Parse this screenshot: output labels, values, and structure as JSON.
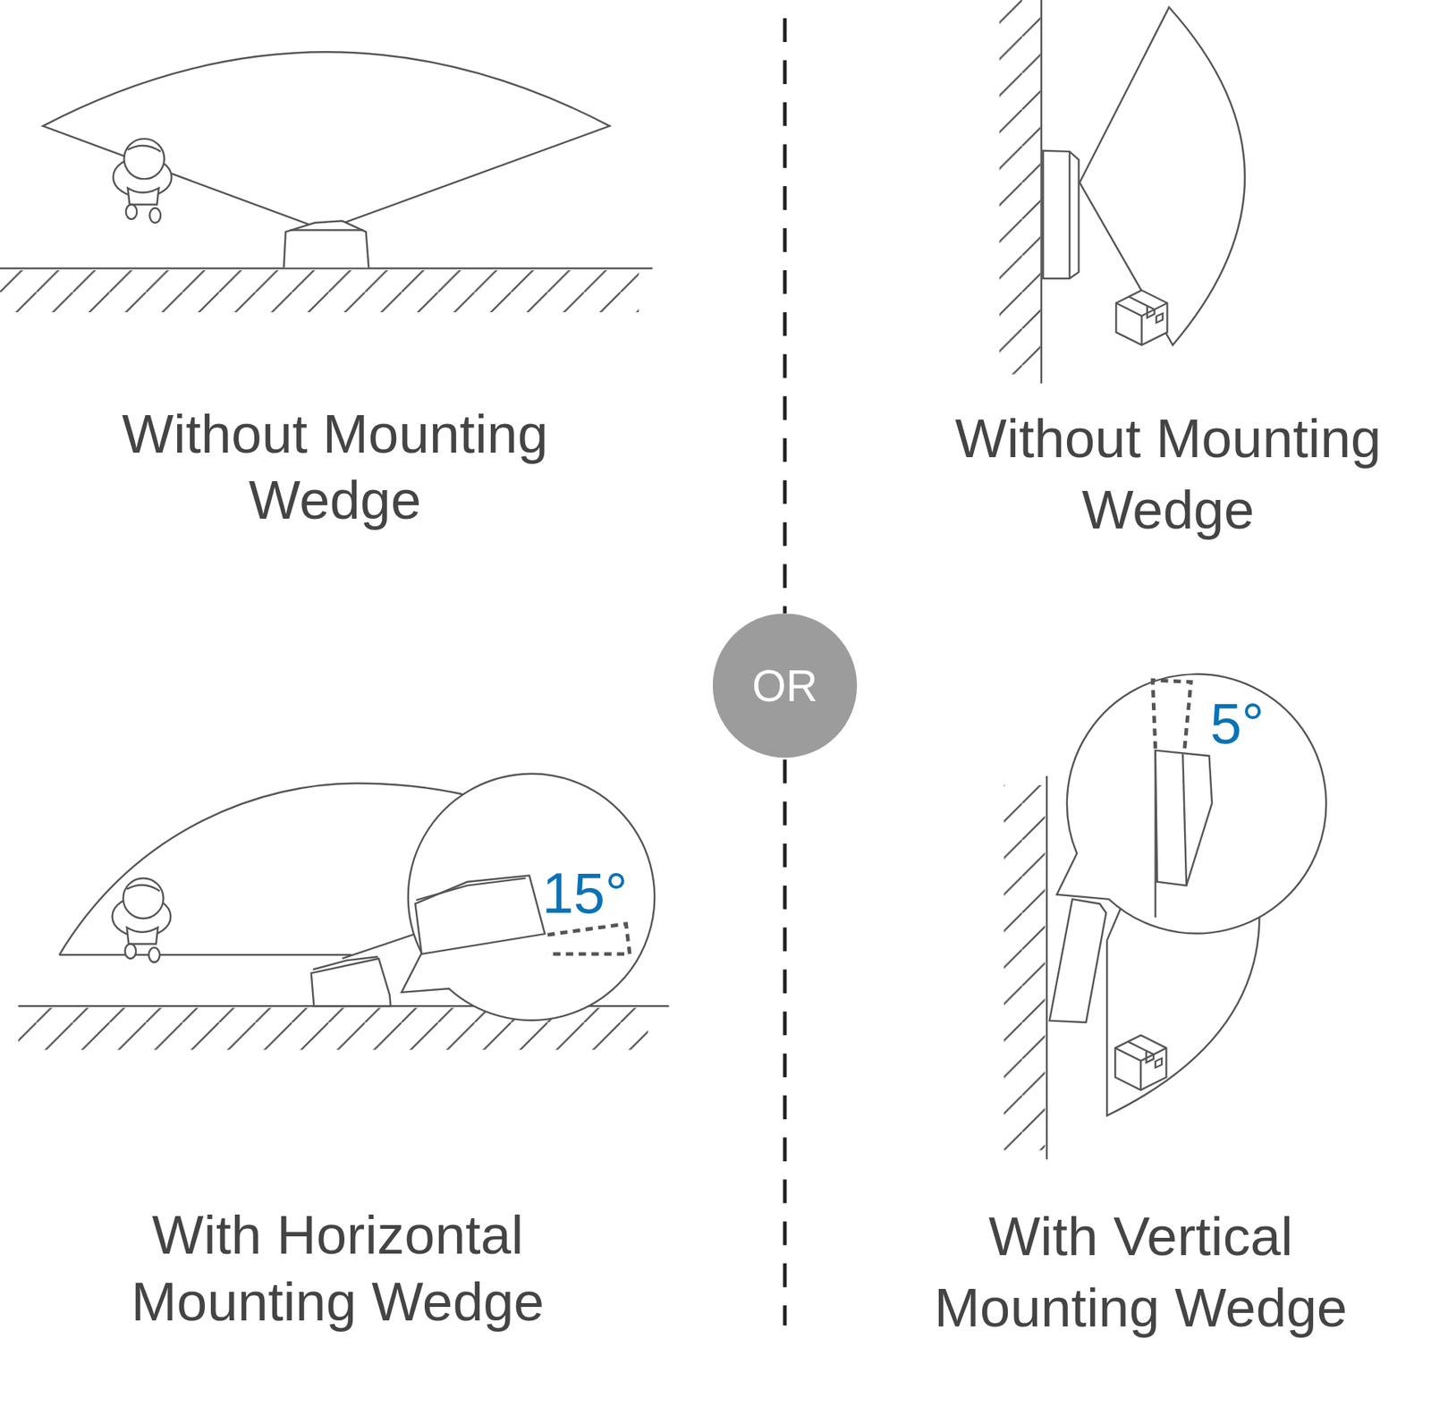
{
  "diagram": {
    "nodes": [
      {
        "text": [
          "OR"
        ]
      }
    ],
    "labels": [
      "Without Mounting Wedge",
      "Without Mounting Wedge",
      "15°",
      "With Horizontal Mounting Wedge",
      "5°",
      "With Vertical Mounting Wedge"
    ]
  }
}
